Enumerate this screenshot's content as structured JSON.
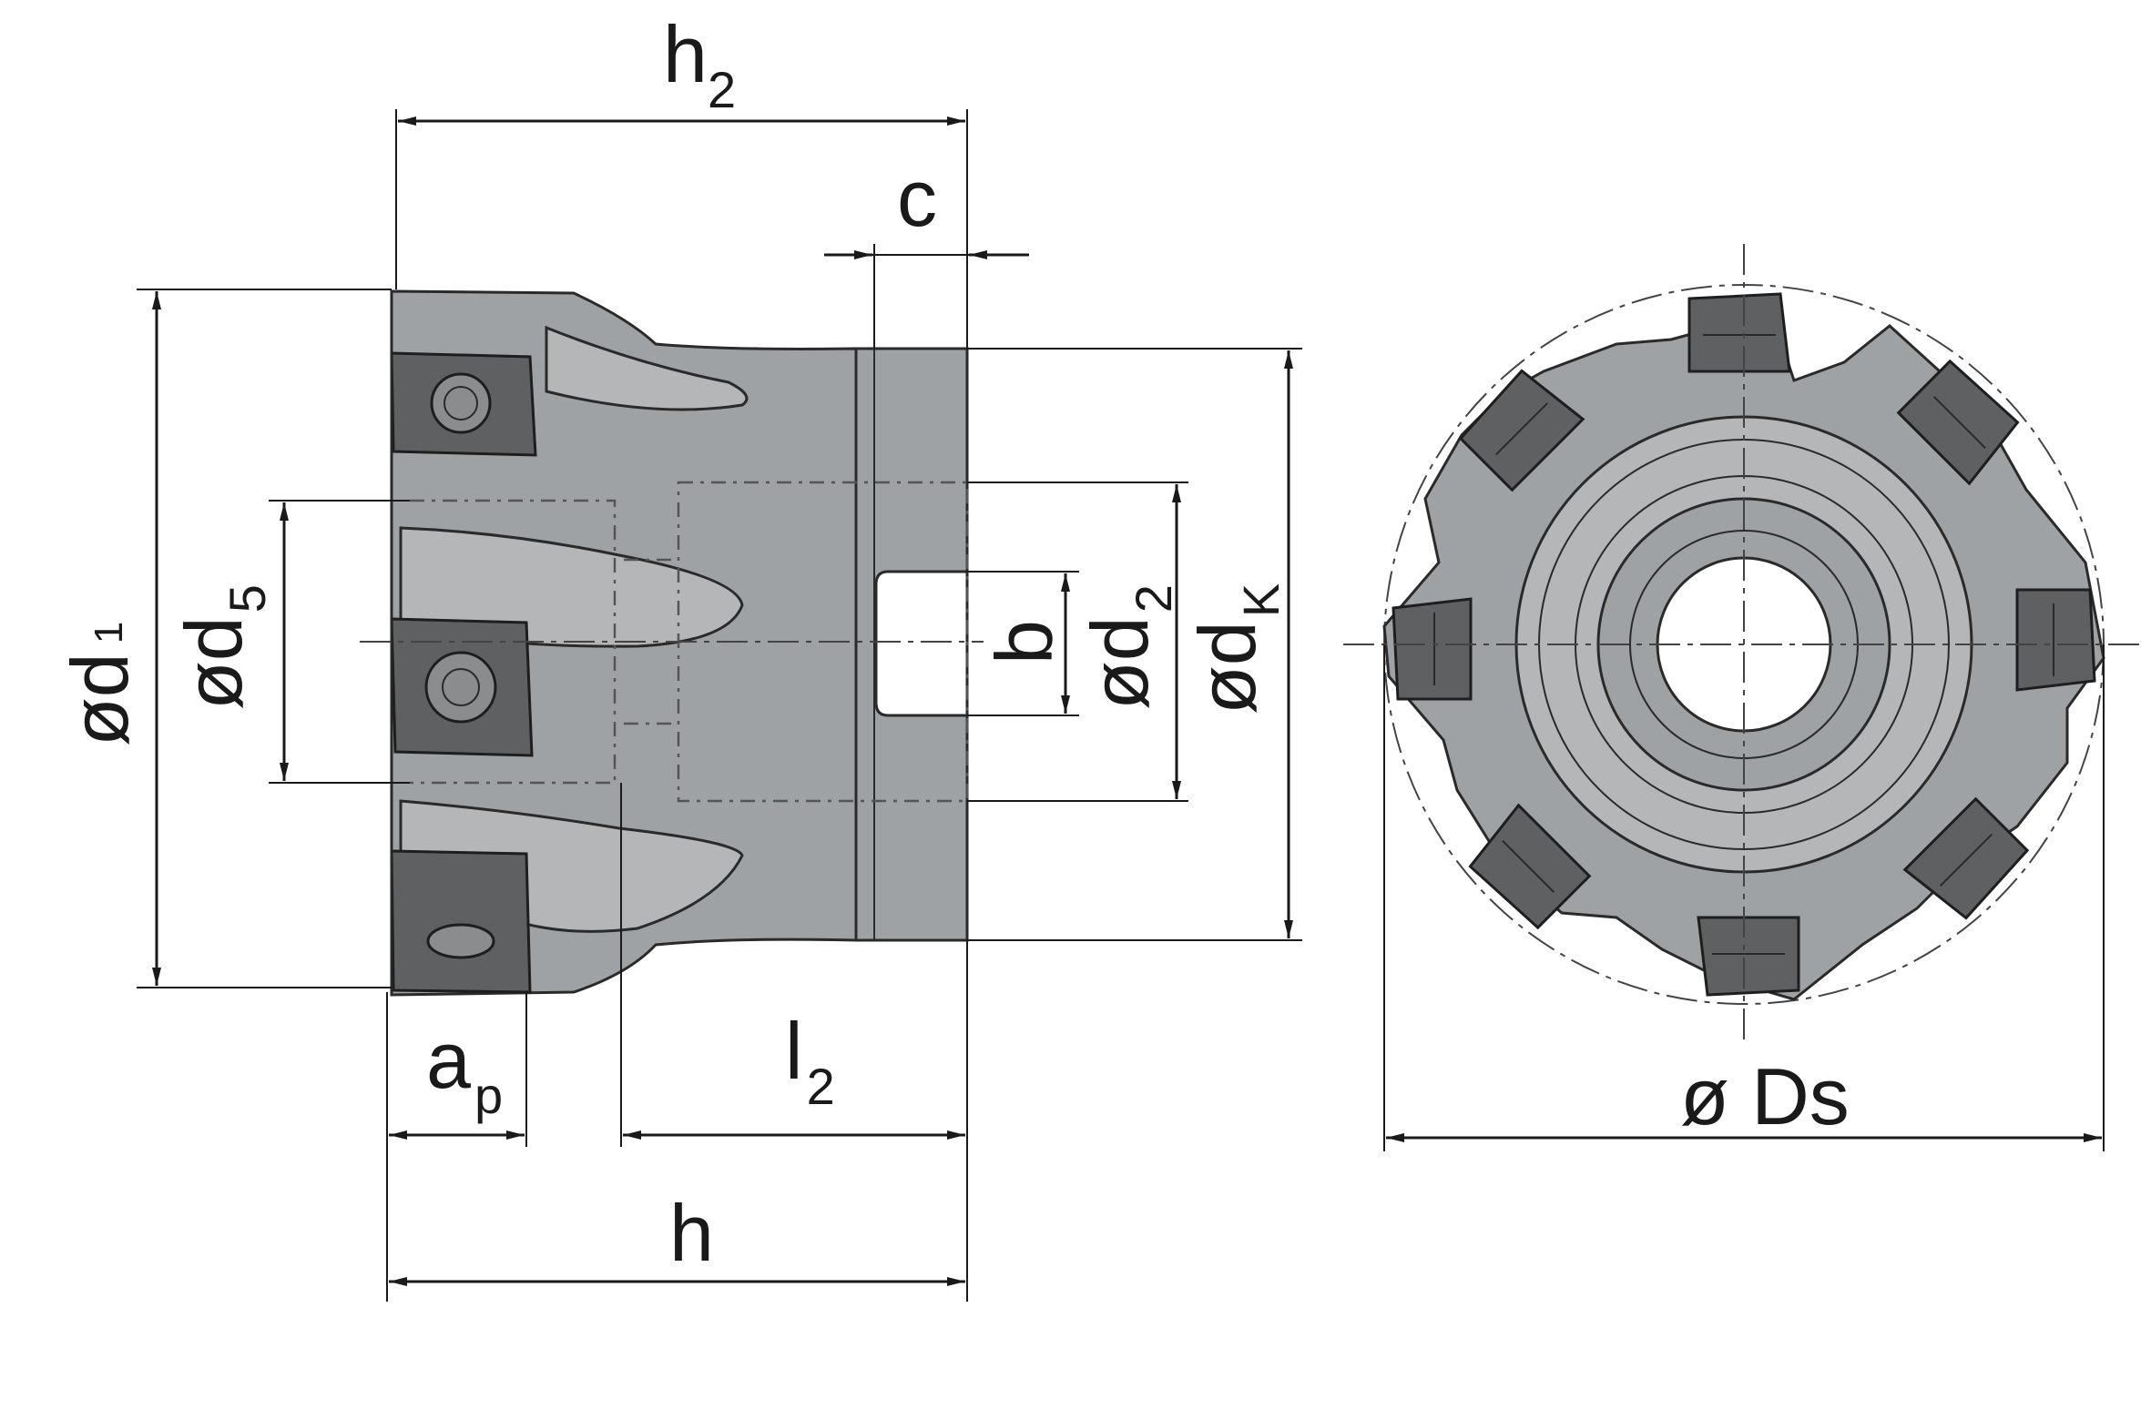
{
  "drawing": {
    "labels": {
      "h2": {
        "main": "h",
        "sub": "2"
      },
      "c": {
        "main": "c"
      },
      "d1": {
        "main": "ød",
        "sub": "1"
      },
      "d5": {
        "main": "ød",
        "sub": "5"
      },
      "b": {
        "main": "b"
      },
      "d2": {
        "main": "ød",
        "sub": "2"
      },
      "dK": {
        "main": "ød",
        "sub": "K"
      },
      "ap": {
        "main": "a",
        "sub": "p"
      },
      "l2": {
        "main": "l",
        "sub": "2"
      },
      "h": {
        "main": "h"
      },
      "Ds": {
        "main": "ø Ds"
      }
    },
    "front_view": {
      "insert_count": 8
    },
    "colors": {
      "body": "#9fa2a4",
      "body_light": "#b4b6b8",
      "insert": "#5e6062",
      "line": "#1a1a1a"
    }
  }
}
